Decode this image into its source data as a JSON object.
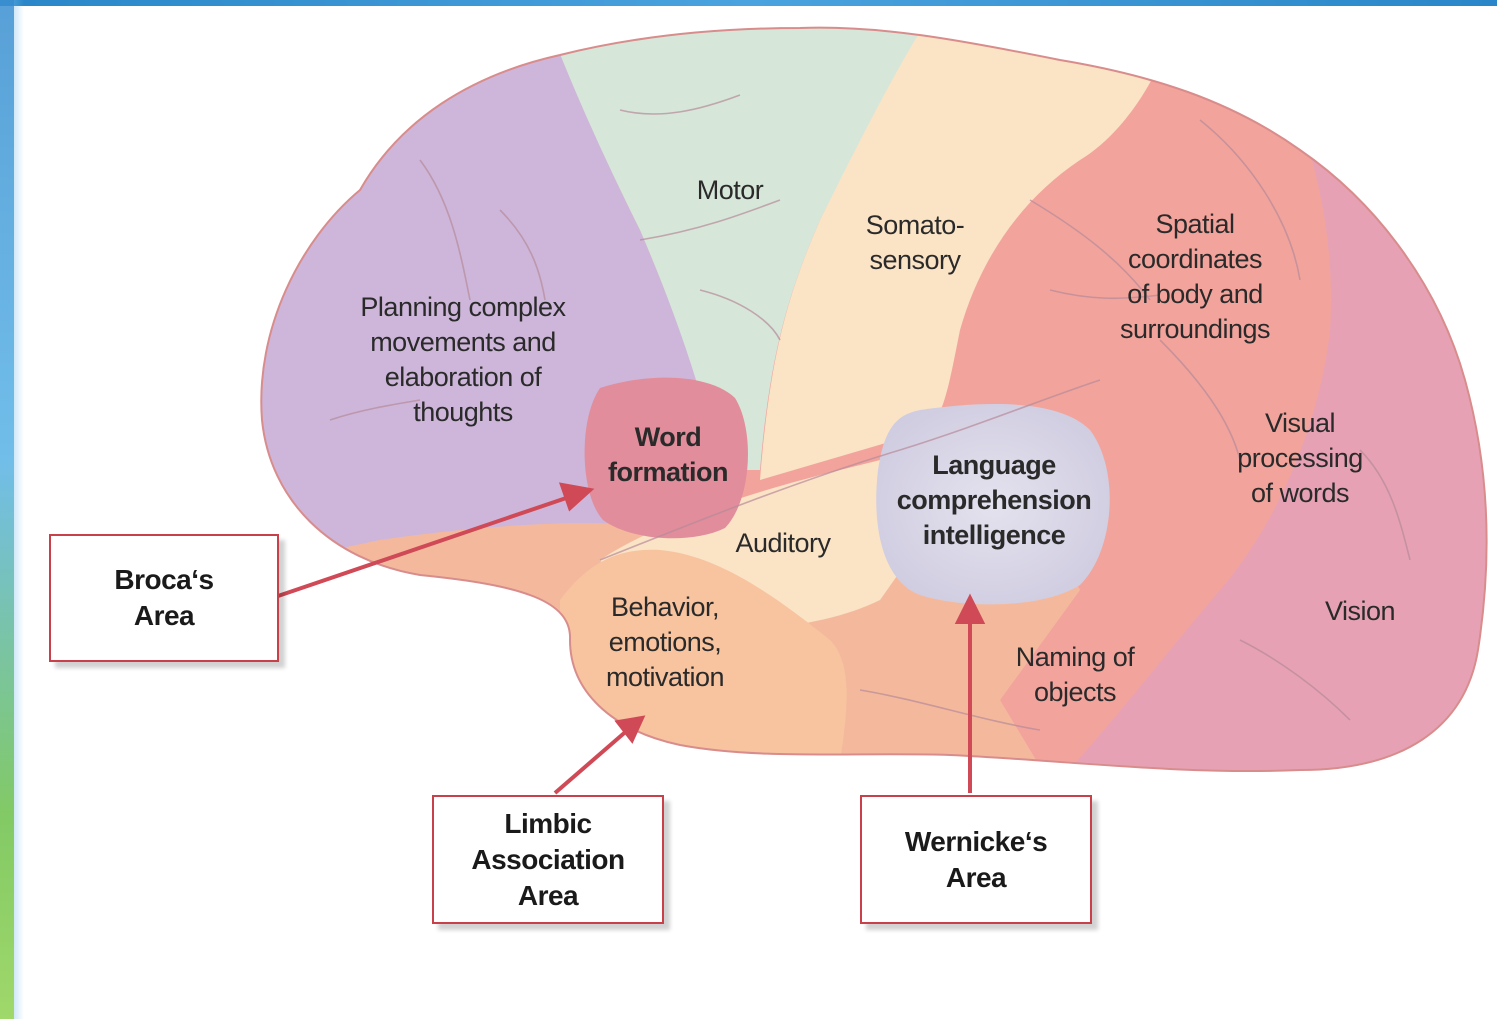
{
  "regions": {
    "planning": "Planning complex\nmovements and\nelaboration of\nthoughts",
    "motor": "Motor",
    "somatosensory": "Somato-\nsensory",
    "spatial": "Spatial\ncoordinates\nof body and\nsurroundings",
    "word_formation": "Word\nformation",
    "language": "Language\ncomprehension\nintelligence",
    "visual_words": "Visual\nprocessing\nof words",
    "auditory": "Auditory",
    "behavior": "Behavior,\nemotions,\nmotivation",
    "vision": "Vision",
    "naming": "Naming of\nobjects"
  },
  "callouts": {
    "broca": "Broca‘s\nArea",
    "limbic": "Limbic\nAssociation\nArea",
    "wernicke": "Wernicke‘s\nArea"
  },
  "colors": {
    "prefrontal": "#cdb6d9",
    "motor": "#d6e6d8",
    "somatosensory": "#fbe3c6",
    "parietal": "#f2a49c",
    "occipital": "#e6a2b4",
    "temporal": "#f4b99c",
    "limbic": "#f7c49f",
    "wernicke": "#d9d6e6",
    "broca": "#e18d9b",
    "arrow": "#cf4a56"
  }
}
